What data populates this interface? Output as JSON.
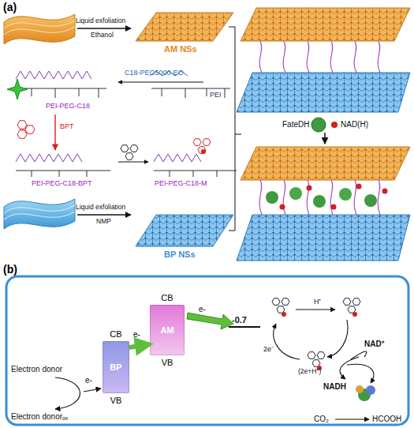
{
  "diagram": {
    "nodes": [
      {
        "text": [
          "CB",
          "BP",
          "VB"
        ]
      },
      {
        "text": [
          "CB",
          "AM",
          "VB"
        ]
      }
    ],
    "edges": [
      {
        "from": 0,
        "to": 1,
        "arrow": "to",
        "label": "e-"
      }
    ],
    "labels": [
      "(a)",
      "Liquid exfoliation",
      "Ethanol",
      "AM NSs",
      "C18-PEG5000-EO",
      "PEI",
      "PEI-PEG-C18",
      "BPT",
      "PEI-PEG-C18-BPT",
      "PEI-PEG-C18-M",
      "Liquid exfoliation",
      "NMP",
      "BP NSs",
      "FateDH",
      "NAD(H)",
      "(b)",
      "e-",
      "Electron donor",
      "Electron donorₒₓ",
      "e-",
      "-0.7",
      "H⁺",
      "2e⁻",
      "(2e+H⁺)",
      "NAD⁺",
      "NADH",
      "CO₂",
      "HCOOH"
    ]
  }
}
